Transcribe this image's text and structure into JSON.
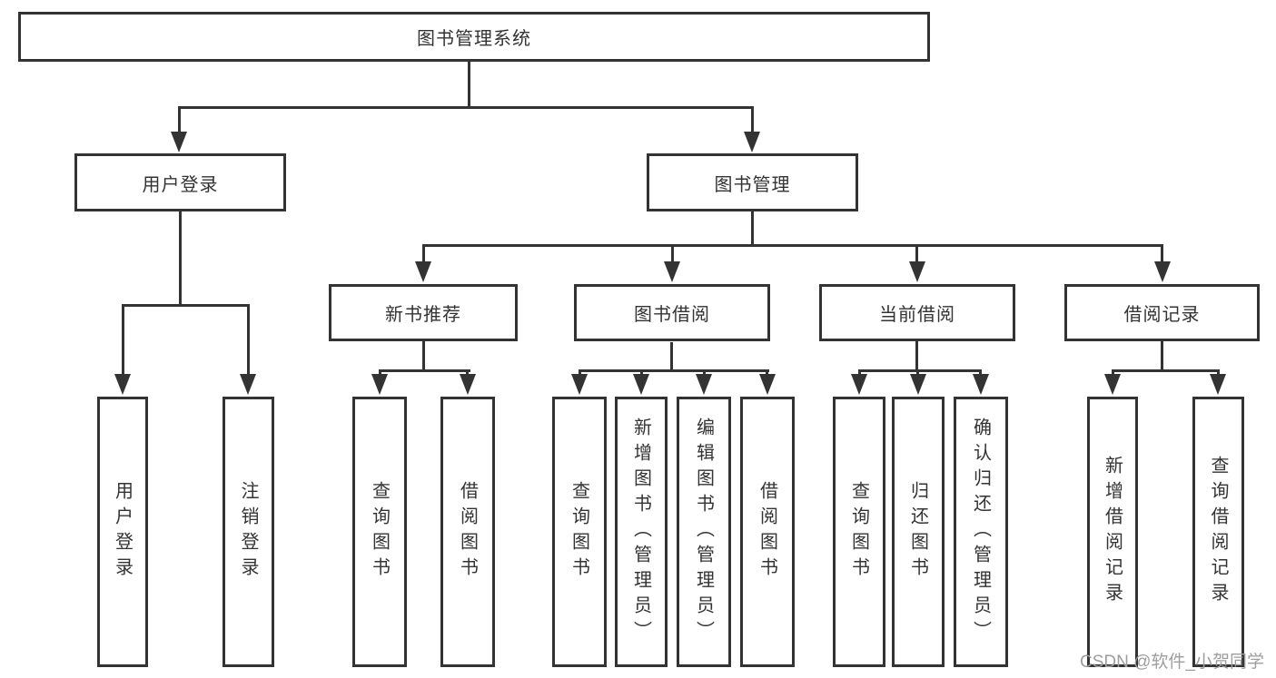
{
  "colors": {
    "line": "#333333",
    "text": "#333333",
    "watermark": "#9e9e9e",
    "background": "#ffffff"
  },
  "watermark": {
    "text": "CSDN @软件_小贺同学"
  },
  "tree": {
    "root": {
      "label": "图书管理系统",
      "children": [
        {
          "label": "用户登录",
          "children": [
            {
              "label": "用户登录"
            },
            {
              "label": "注销登录"
            }
          ]
        },
        {
          "label": "图书管理",
          "children": [
            {
              "label": "新书推荐",
              "children": [
                {
                  "label": "查询图书"
                },
                {
                  "label": "借阅图书"
                }
              ]
            },
            {
              "label": "图书借阅",
              "children": [
                {
                  "label": "查询图书"
                },
                {
                  "label": "新增图书（管理员）"
                },
                {
                  "label": "编辑图书（管理员）"
                },
                {
                  "label": "借阅图书"
                }
              ]
            },
            {
              "label": "当前借阅",
              "children": [
                {
                  "label": "查询图书"
                },
                {
                  "label": "归还图书"
                },
                {
                  "label": "确认归还（管理员）"
                }
              ]
            },
            {
              "label": "借阅记录",
              "children": [
                {
                  "label": "新增借阅记录"
                },
                {
                  "label": "查询借阅记录"
                }
              ]
            }
          ]
        }
      ]
    }
  }
}
